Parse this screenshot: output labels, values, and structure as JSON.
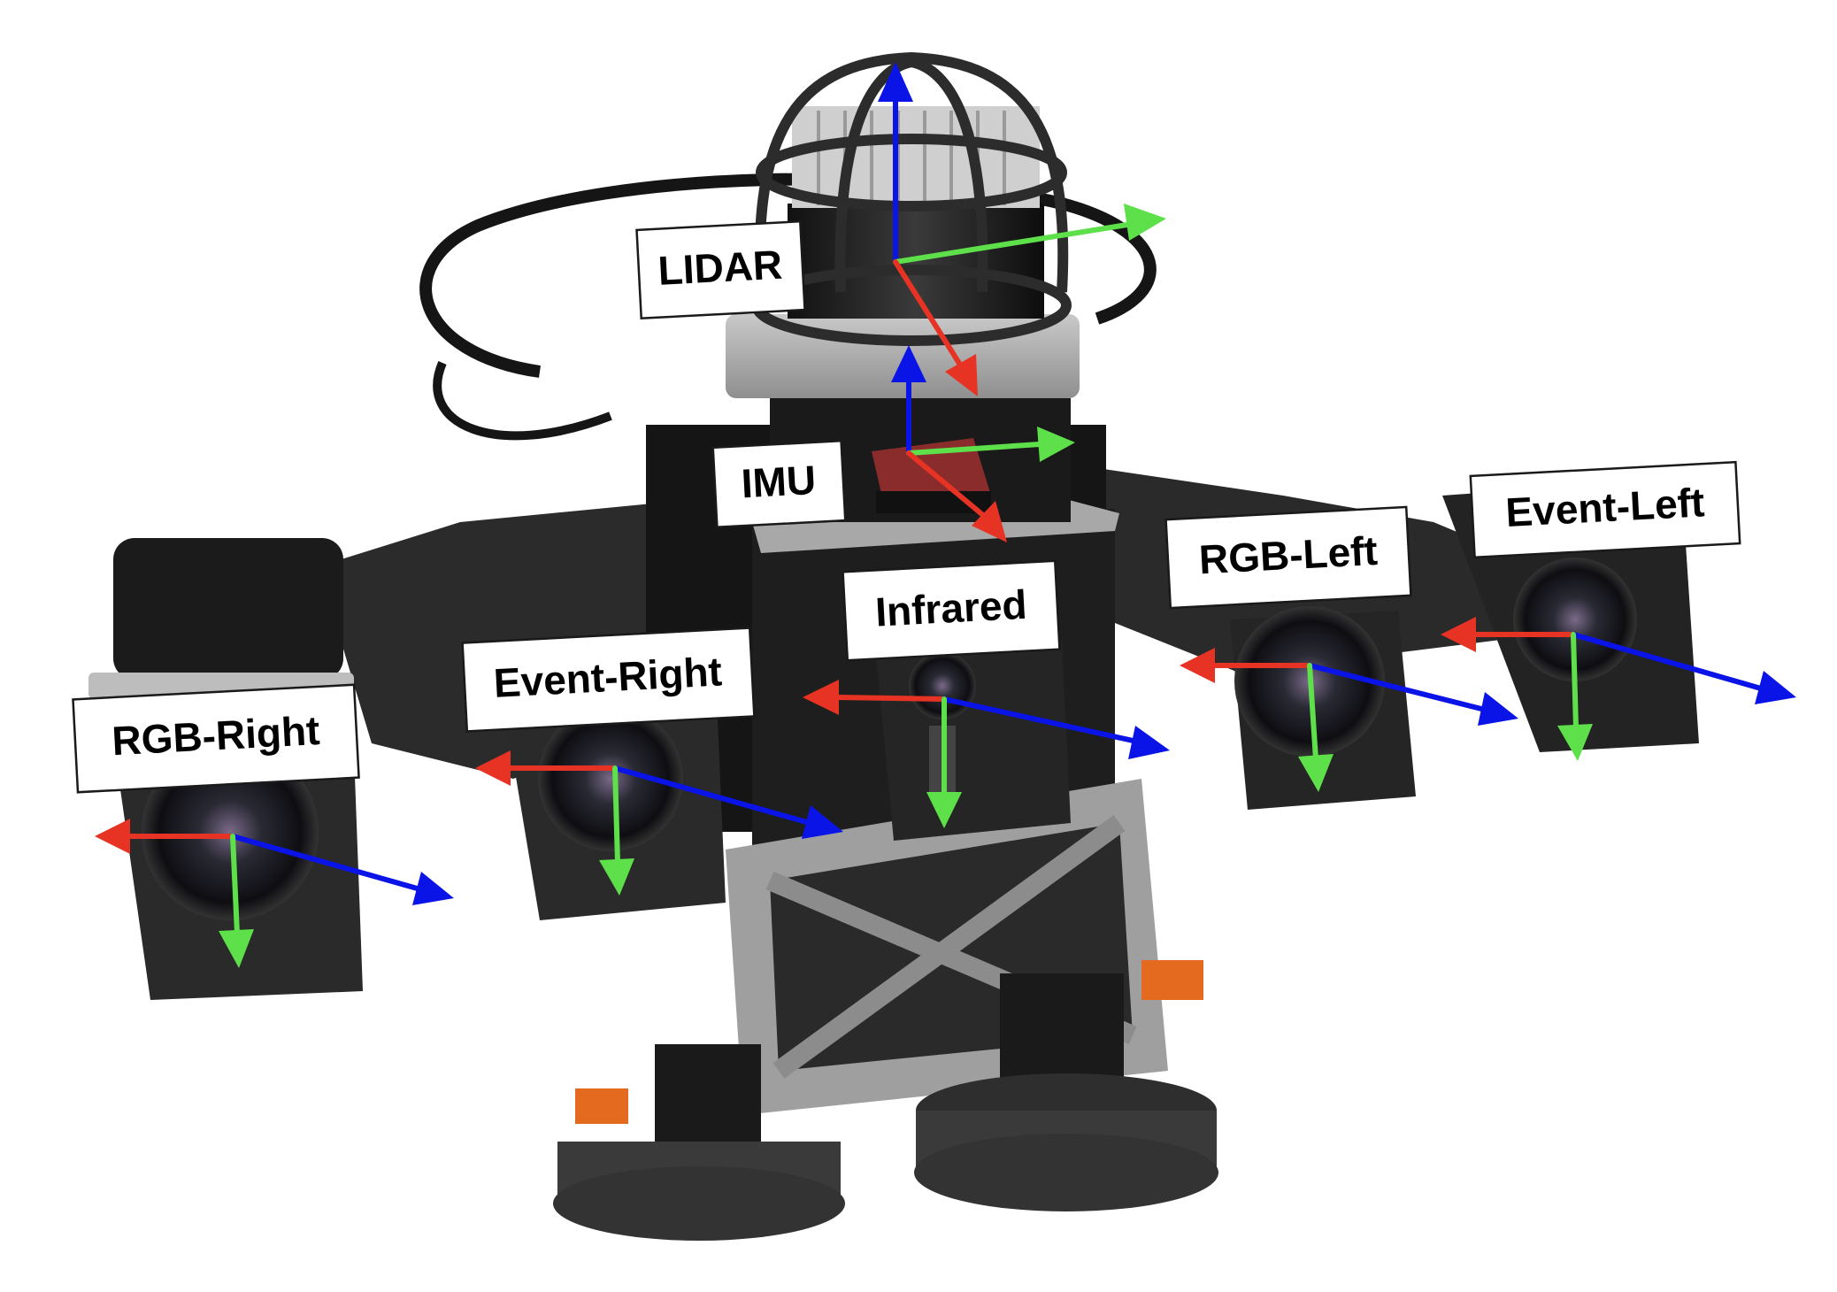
{
  "colors": {
    "x_axis": "#e63324",
    "y_axis": "#5ee04a",
    "z_axis": "#0a14e6"
  },
  "sensors": [
    {
      "id": "lidar",
      "label": "LIDAR"
    },
    {
      "id": "imu",
      "label": "IMU"
    },
    {
      "id": "infrared",
      "label": "Infrared"
    },
    {
      "id": "rgb-left",
      "label": "RGB-Left"
    },
    {
      "id": "event-left",
      "label": "Event-Left"
    },
    {
      "id": "event-right",
      "label": "Event-Right"
    },
    {
      "id": "rgb-right",
      "label": "RGB-Right"
    }
  ]
}
